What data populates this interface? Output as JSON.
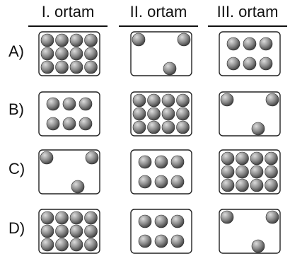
{
  "headers": [
    "I. ortam",
    "II. ortam",
    "III. ortam"
  ],
  "rows": [
    {
      "label": "A)",
      "boxes": [
        "dense",
        "sparse",
        "medium"
      ]
    },
    {
      "label": "B)",
      "boxes": [
        "medium",
        "dense",
        "sparse"
      ]
    },
    {
      "label": "C)",
      "boxes": [
        "sparse",
        "medium",
        "dense"
      ]
    },
    {
      "label": "D)",
      "boxes": [
        "dense",
        "medium",
        "sparse"
      ]
    }
  ],
  "colors": {
    "box_border": "#222222",
    "sphere_dark": "#3a3a3a",
    "sphere_light": "#dcdcdc"
  },
  "legend_note": ""
}
